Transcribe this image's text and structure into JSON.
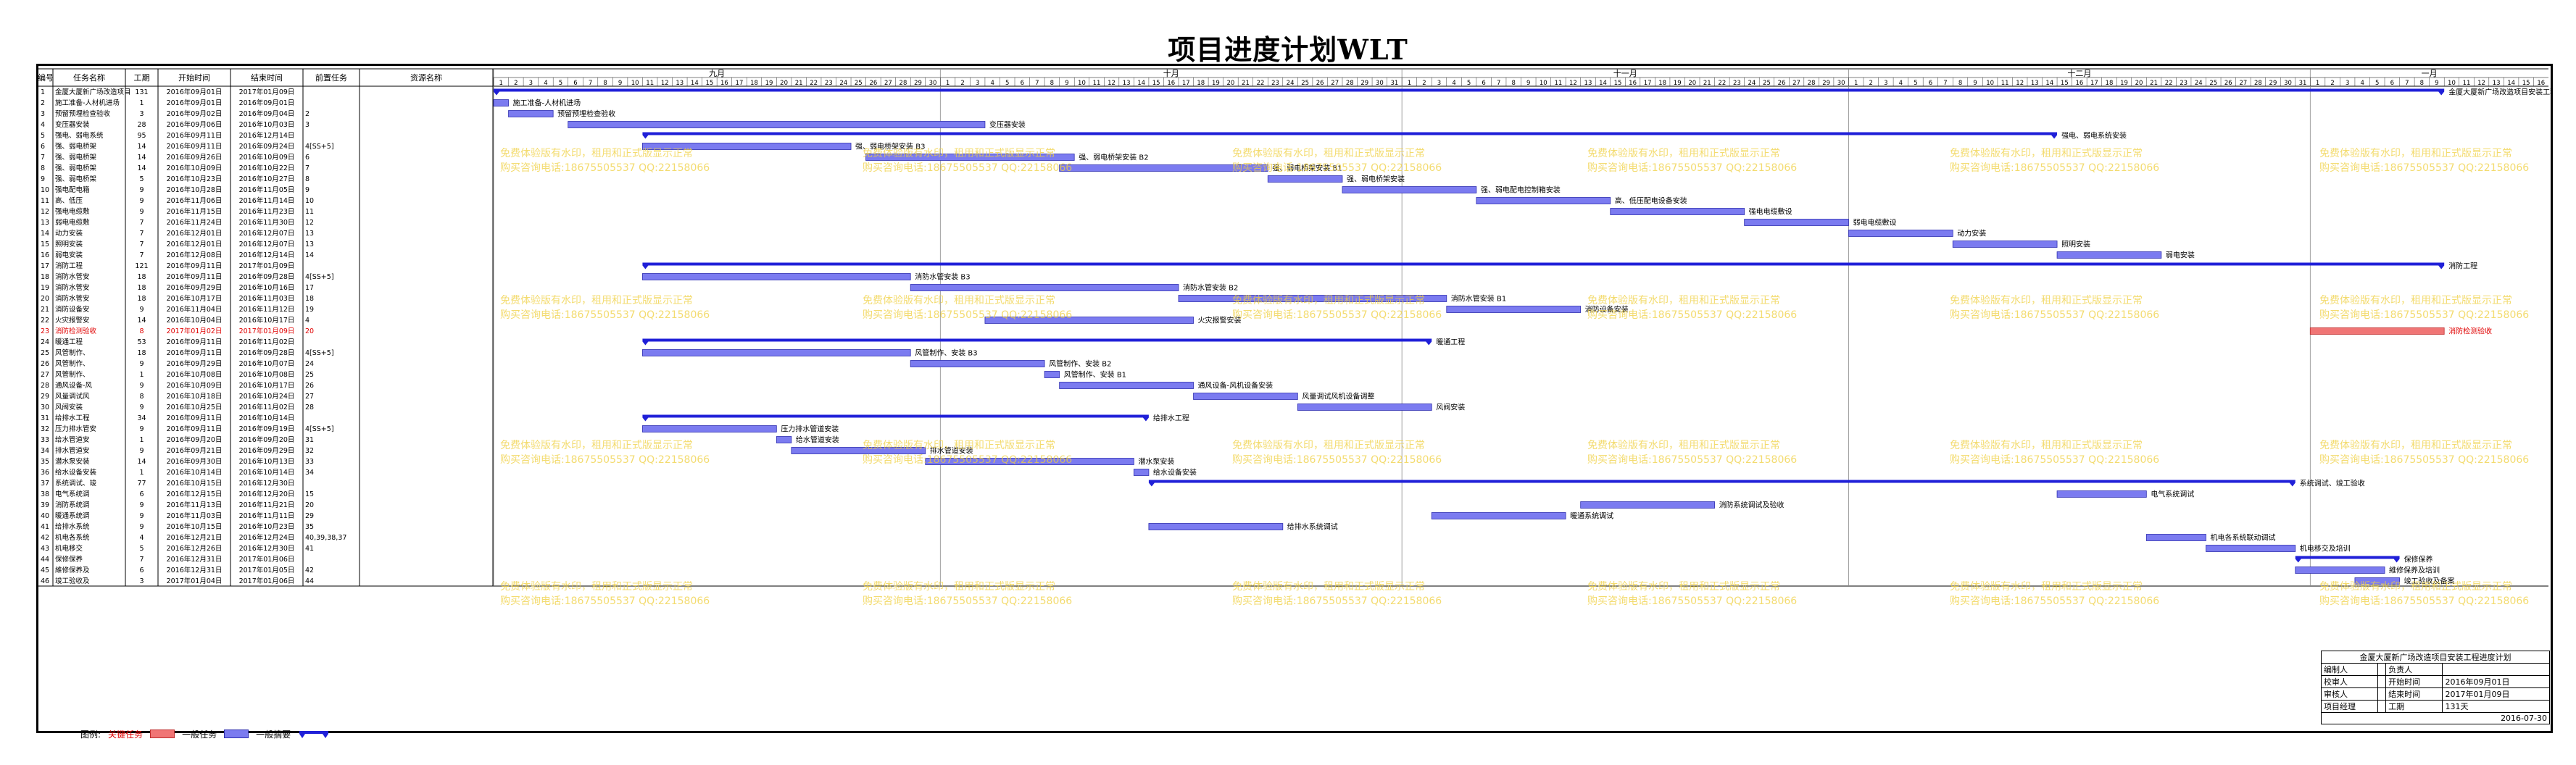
{
  "title": "项目进度计划WLT",
  "columns": [
    "编号",
    "任务名称",
    "工期",
    "开始时间",
    "结束时间",
    "前置任务",
    "资源名称"
  ],
  "months": [
    {
      "label": "九月",
      "start": "2016-09-01"
    },
    {
      "label": "十月",
      "start": "2016-10-01"
    },
    {
      "label": "十一月",
      "start": "2016-11-01"
    },
    {
      "label": "十二月",
      "start": "2016-12-01"
    },
    {
      "label": "一月",
      "start": "2017-01-01"
    }
  ],
  "chart_data": {
    "type": "gantt",
    "timeline_start": "2016-09-01",
    "timeline_end": "2017-01-16",
    "tasks": [
      {
        "id": "1",
        "name": "金厦大厦新广场改造项目",
        "dur": "131",
        "start": "2016年09月01日",
        "end": "2017年01月09日",
        "pred": "",
        "s": "2016-09-01",
        "e": "2017-01-09",
        "kind": "summary",
        "label": "金厦大厦新广场改造项目安装工程"
      },
      {
        "id": "2",
        "name": "施工准备-人材机进场",
        "dur": "1",
        "start": "2016年09月01日",
        "end": "2016年09月01日",
        "pred": "",
        "s": "2016-09-01",
        "e": "2016-09-01",
        "kind": "normal",
        "label": "施工准备-人材机进场"
      },
      {
        "id": "3",
        "name": "预留预埋检查验收",
        "dur": "3",
        "start": "2016年09月02日",
        "end": "2016年09月04日",
        "pred": "2",
        "s": "2016-09-02",
        "e": "2016-09-04",
        "kind": "normal",
        "label": "预留预埋检查验收"
      },
      {
        "id": "4",
        "name": "变压器安装",
        "dur": "28",
        "start": "2016年09月06日",
        "end": "2016年10月03日",
        "pred": "3",
        "s": "2016-09-06",
        "e": "2016-10-03",
        "kind": "normal",
        "label": "变压器安装"
      },
      {
        "id": "5",
        "name": "强电、弱电系统",
        "dur": "95",
        "start": "2016年09月11日",
        "end": "2016年12月14日",
        "pred": "",
        "s": "2016-09-11",
        "e": "2016-12-14",
        "kind": "summary",
        "label": "强电、弱电系统安装"
      },
      {
        "id": "6",
        "name": "强、弱电桥架",
        "dur": "14",
        "start": "2016年09月11日",
        "end": "2016年09月24日",
        "pred": "4[SS+5]",
        "s": "2016-09-11",
        "e": "2016-09-24",
        "kind": "normal",
        "label": "强、弱电桥架安装 B3"
      },
      {
        "id": "7",
        "name": "强、弱电桥架",
        "dur": "14",
        "start": "2016年09月26日",
        "end": "2016年10月09日",
        "pred": "6",
        "s": "2016-09-26",
        "e": "2016-10-09",
        "kind": "normal",
        "label": "强、弱电桥架安装 B2"
      },
      {
        "id": "8",
        "name": "强、弱电桥架",
        "dur": "14",
        "start": "2016年10月09日",
        "end": "2016年10月22日",
        "pred": "7",
        "s": "2016-10-09",
        "e": "2016-10-22",
        "kind": "normal",
        "label": "强、弱电桥架安装 B1"
      },
      {
        "id": "9",
        "name": "强、弱电桥架",
        "dur": "5",
        "start": "2016年10月23日",
        "end": "2016年10月27日",
        "pred": "8",
        "s": "2016-10-23",
        "e": "2016-10-27",
        "kind": "normal",
        "label": "强、弱电桥架安装"
      },
      {
        "id": "10",
        "name": "强电配电箱",
        "dur": "9",
        "start": "2016年10月28日",
        "end": "2016年11月05日",
        "pred": "9",
        "s": "2016-10-28",
        "e": "2016-11-05",
        "kind": "normal",
        "label": "强、弱电配电控制箱安装"
      },
      {
        "id": "11",
        "name": "高、低压",
        "dur": "9",
        "start": "2016年11月06日",
        "end": "2016年11月14日",
        "pred": "10",
        "s": "2016-11-06",
        "e": "2016-11-14",
        "kind": "normal",
        "label": "高、低压配电设备安装"
      },
      {
        "id": "12",
        "name": "强电电缆敷",
        "dur": "9",
        "start": "2016年11月15日",
        "end": "2016年11月23日",
        "pred": "11",
        "s": "2016-11-15",
        "e": "2016-11-23",
        "kind": "normal",
        "label": "强电电缆敷设"
      },
      {
        "id": "13",
        "name": "弱电电缆敷",
        "dur": "7",
        "start": "2016年11月24日",
        "end": "2016年11月30日",
        "pred": "12",
        "s": "2016-11-24",
        "e": "2016-11-30",
        "kind": "normal",
        "label": "弱电电缆敷设"
      },
      {
        "id": "14",
        "name": "动力安装",
        "dur": "7",
        "start": "2016年12月01日",
        "end": "2016年12月07日",
        "pred": "13",
        "s": "2016-12-01",
        "e": "2016-12-07",
        "kind": "normal",
        "label": "动力安装"
      },
      {
        "id": "15",
        "name": "照明安装",
        "dur": "7",
        "start": "2016年12月01日",
        "end": "2016年12月07日",
        "pred": "13",
        "s": "2016-12-08",
        "e": "2016-12-14",
        "kind": "normal",
        "label": "照明安装"
      },
      {
        "id": "16",
        "name": "弱电安装",
        "dur": "7",
        "start": "2016年12月08日",
        "end": "2016年12月14日",
        "pred": "14",
        "s": "2016-12-15",
        "e": "2016-12-21",
        "kind": "normal",
        "label": "弱电安装"
      },
      {
        "id": "17",
        "name": "消防工程",
        "dur": "121",
        "start": "2016年09月11日",
        "end": "2017年01月09日",
        "pred": "",
        "s": "2016-09-11",
        "e": "2017-01-09",
        "kind": "summary",
        "label": "消防工程"
      },
      {
        "id": "18",
        "name": "消防水管安",
        "dur": "18",
        "start": "2016年09月11日",
        "end": "2016年09月28日",
        "pred": "4[SS+5]",
        "s": "2016-09-11",
        "e": "2016-09-28",
        "kind": "normal",
        "label": "消防水管安装 B3"
      },
      {
        "id": "19",
        "name": "消防水管安",
        "dur": "18",
        "start": "2016年09月29日",
        "end": "2016年10月16日",
        "pred": "17",
        "s": "2016-09-29",
        "e": "2016-10-16",
        "kind": "normal",
        "label": "消防水管安装 B2"
      },
      {
        "id": "20",
        "name": "消防水管安",
        "dur": "18",
        "start": "2016年10月17日",
        "end": "2016年11月03日",
        "pred": "18",
        "s": "2016-10-17",
        "e": "2016-11-03",
        "kind": "normal",
        "label": "消防水管安装 B1"
      },
      {
        "id": "21",
        "name": "消防设备安",
        "dur": "9",
        "start": "2016年11月04日",
        "end": "2016年11月12日",
        "pred": "19",
        "s": "2016-11-04",
        "e": "2016-11-12",
        "kind": "normal",
        "label": "消防设备安装"
      },
      {
        "id": "22",
        "name": "火灾报警安",
        "dur": "14",
        "start": "2016年10月04日",
        "end": "2016年10月17日",
        "pred": "4",
        "s": "2016-10-04",
        "e": "2016-10-17",
        "kind": "normal",
        "label": "火灾报警安装"
      },
      {
        "id": "23",
        "name": "消防检测验收",
        "dur": "8",
        "start": "2017年01月02日",
        "end": "2017年01月09日",
        "pred": "20",
        "s": "2017-01-01",
        "e": "2017-01-09",
        "kind": "critical",
        "label": "消防检测验收"
      },
      {
        "id": "24",
        "name": "暖通工程",
        "dur": "53",
        "start": "2016年09月11日",
        "end": "2016年11月02日",
        "pred": "",
        "s": "2016-09-11",
        "e": "2016-11-02",
        "kind": "summary",
        "label": "暖通工程"
      },
      {
        "id": "25",
        "name": "风管制作、",
        "dur": "18",
        "start": "2016年09月11日",
        "end": "2016年09月28日",
        "pred": "4[SS+5]",
        "s": "2016-09-11",
        "e": "2016-09-28",
        "kind": "normal",
        "label": "风管制作、安装 B3"
      },
      {
        "id": "26",
        "name": "风管制作、",
        "dur": "9",
        "start": "2016年09月29日",
        "end": "2016年10月07日",
        "pred": "24",
        "s": "2016-09-29",
        "e": "2016-10-07",
        "kind": "normal",
        "label": "风管制作、安装 B2"
      },
      {
        "id": "27",
        "name": "风管制作、",
        "dur": "1",
        "start": "2016年10月08日",
        "end": "2016年10月08日",
        "pred": "25",
        "s": "2016-10-08",
        "e": "2016-10-08",
        "kind": "normal",
        "label": "风管制作、安装 B1"
      },
      {
        "id": "28",
        "name": "通风设备-风",
        "dur": "9",
        "start": "2016年10月09日",
        "end": "2016年10月17日",
        "pred": "26",
        "s": "2016-10-09",
        "e": "2016-10-17",
        "kind": "normal",
        "label": "通风设备-风机设备安装"
      },
      {
        "id": "29",
        "name": "风量调试风",
        "dur": "8",
        "start": "2016年10月18日",
        "end": "2016年10月24日",
        "pred": "27",
        "s": "2016-10-18",
        "e": "2016-10-24",
        "kind": "normal",
        "label": "风量调试风机设备调整"
      },
      {
        "id": "30",
        "name": "风阀安装",
        "dur": "9",
        "start": "2016年10月25日",
        "end": "2016年11月02日",
        "pred": "28",
        "s": "2016-10-25",
        "e": "2016-11-02",
        "kind": "normal",
        "label": "风阀安装"
      },
      {
        "id": "31",
        "name": "给排水工程",
        "dur": "34",
        "start": "2016年09月11日",
        "end": "2016年10月14日",
        "pred": "",
        "s": "2016-09-11",
        "e": "2016-10-14",
        "kind": "summary",
        "label": "给排水工程"
      },
      {
        "id": "32",
        "name": "压力排水管安",
        "dur": "9",
        "start": "2016年09月11日",
        "end": "2016年09月19日",
        "pred": "4[SS+5]",
        "s": "2016-09-11",
        "e": "2016-09-19",
        "kind": "normal",
        "label": "压力排水管道安装"
      },
      {
        "id": "33",
        "name": "给水管道安",
        "dur": "1",
        "start": "2016年09月20日",
        "end": "2016年09月20日",
        "pred": "31",
        "s": "2016-09-20",
        "e": "2016-09-20",
        "kind": "normal",
        "label": "给水管道安装"
      },
      {
        "id": "34",
        "name": "排水管道安",
        "dur": "9",
        "start": "2016年09月21日",
        "end": "2016年09月29日",
        "pred": "32",
        "s": "2016-09-21",
        "e": "2016-09-29",
        "kind": "normal",
        "label": "排水管道安装"
      },
      {
        "id": "35",
        "name": "潜水泵安装",
        "dur": "14",
        "start": "2016年09月30日",
        "end": "2016年10月13日",
        "pred": "33",
        "s": "2016-09-30",
        "e": "2016-10-13",
        "kind": "normal",
        "label": "潜水泵安装"
      },
      {
        "id": "36",
        "name": "给水设备安装",
        "dur": "1",
        "start": "2016年10月14日",
        "end": "2016年10月14日",
        "pred": "34",
        "s": "2016-10-14",
        "e": "2016-10-14",
        "kind": "normal",
        "label": "给水设备安装"
      },
      {
        "id": "37",
        "name": "系统调试、竣",
        "dur": "77",
        "start": "2016年10月15日",
        "end": "2016年12月30日",
        "pred": "",
        "s": "2016-10-15",
        "e": "2016-12-30",
        "kind": "summary",
        "label": "系统调试、竣工验收"
      },
      {
        "id": "38",
        "name": "电气系统调",
        "dur": "6",
        "start": "2016年12月15日",
        "end": "2016年12月20日",
        "pred": "15",
        "s": "2016-12-15",
        "e": "2016-12-20",
        "kind": "normal",
        "label": "电气系统调试"
      },
      {
        "id": "39",
        "name": "消防系统调",
        "dur": "9",
        "start": "2016年11月13日",
        "end": "2016年11月21日",
        "pred": "20",
        "s": "2016-11-13",
        "e": "2016-11-21",
        "kind": "normal",
        "label": "消防系统调试及验收"
      },
      {
        "id": "40",
        "name": "暖通系统调",
        "dur": "9",
        "start": "2016年11月03日",
        "end": "2016年11月11日",
        "pred": "29",
        "s": "2016-11-03",
        "e": "2016-11-11",
        "kind": "normal",
        "label": "暖通系统调试"
      },
      {
        "id": "41",
        "name": "给排水系统",
        "dur": "9",
        "start": "2016年10月15日",
        "end": "2016年10月23日",
        "pred": "35",
        "s": "2016-10-15",
        "e": "2016-10-23",
        "kind": "normal",
        "label": "给排水系统调试"
      },
      {
        "id": "42",
        "name": "机电各系统",
        "dur": "4",
        "start": "2016年12月21日",
        "end": "2016年12月24日",
        "pred": "40,39,38,37",
        "s": "2016-12-21",
        "e": "2016-12-24",
        "kind": "normal",
        "label": "机电各系统联动调试"
      },
      {
        "id": "43",
        "name": "机电移交",
        "dur": "5",
        "start": "2016年12月26日",
        "end": "2016年12月30日",
        "pred": "41",
        "s": "2016-12-25",
        "e": "2016-12-30",
        "kind": "normal",
        "label": "机电移交及培训"
      },
      {
        "id": "44",
        "name": "保修保养",
        "dur": "7",
        "start": "2016年12月31日",
        "end": "2017年01月06日",
        "pred": "",
        "s": "2016-12-31",
        "e": "2017-01-06",
        "kind": "summary",
        "label": "保修保养"
      },
      {
        "id": "45",
        "name": "維修保养及",
        "dur": "6",
        "start": "2016年12月31日",
        "end": "2017年01月05日",
        "pred": "42",
        "s": "2016-12-31",
        "e": "2017-01-05",
        "kind": "normal",
        "label": "維修保养及培训"
      },
      {
        "id": "46",
        "name": "竣工验收及",
        "dur": "3",
        "start": "2017年01月04日",
        "end": "2017年01月06日",
        "pred": "44",
        "s": "2017-01-04",
        "e": "2017-01-06",
        "kind": "normal",
        "label": "竣工验收及备案"
      }
    ]
  },
  "legend": {
    "label": "图例:",
    "critical": "关键任务",
    "normal": "一般任务",
    "summary": "一般摘要",
    "colors": {
      "normal": "#7b7bf0",
      "critical": "#f07575",
      "summary": "#2020d8"
    }
  },
  "info": {
    "title": "金厦大厦新广场改造项目安装工程进度计划",
    "r1": [
      "编制人",
      "",
      "负责人",
      ""
    ],
    "r2": [
      "校审人",
      "",
      "开始时间",
      "2016年09月01日"
    ],
    "r3": [
      "审核人",
      "",
      "结束时间",
      "2017年01月09日"
    ],
    "r4": [
      "项目经理",
      "",
      "工期",
      "131天"
    ],
    "date": "2016-07-30"
  },
  "watermark": {
    "line1": "免费体验版有水印，租用和正式版显示正常",
    "line2": "购买咨询电话:18675505537 QQ:22158066"
  }
}
